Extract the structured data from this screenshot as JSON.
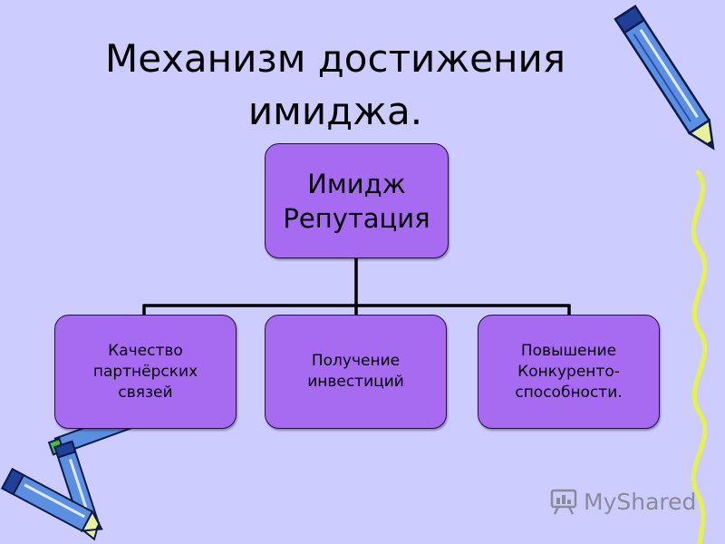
{
  "title": {
    "line1": "Механизм достижения",
    "line2": "имиджа."
  },
  "top_box": {
    "line1": "Имидж",
    "line2": "Репутация"
  },
  "children": [
    {
      "line1": "Качество",
      "line2": "партнёрских",
      "line3": "связей"
    },
    {
      "line1": "Получение",
      "line2": "инвестиций"
    },
    {
      "line1": "Повышение",
      "line2": "Конкуренто-",
      "line3": "способности."
    }
  ],
  "watermark": {
    "text": "MyShared"
  },
  "colors": {
    "background": "#ccccff",
    "box_fill": "#a66bf0",
    "box_border": "#2a0d45",
    "connector": "#000000",
    "squiggle": "#e6f24a",
    "pencil_body": "#5b8fe0",
    "watermark": "#8a8a9a"
  },
  "icons": [
    "pencil-icon",
    "crayon-icon",
    "squiggle-line",
    "myshared-logo-icon"
  ]
}
